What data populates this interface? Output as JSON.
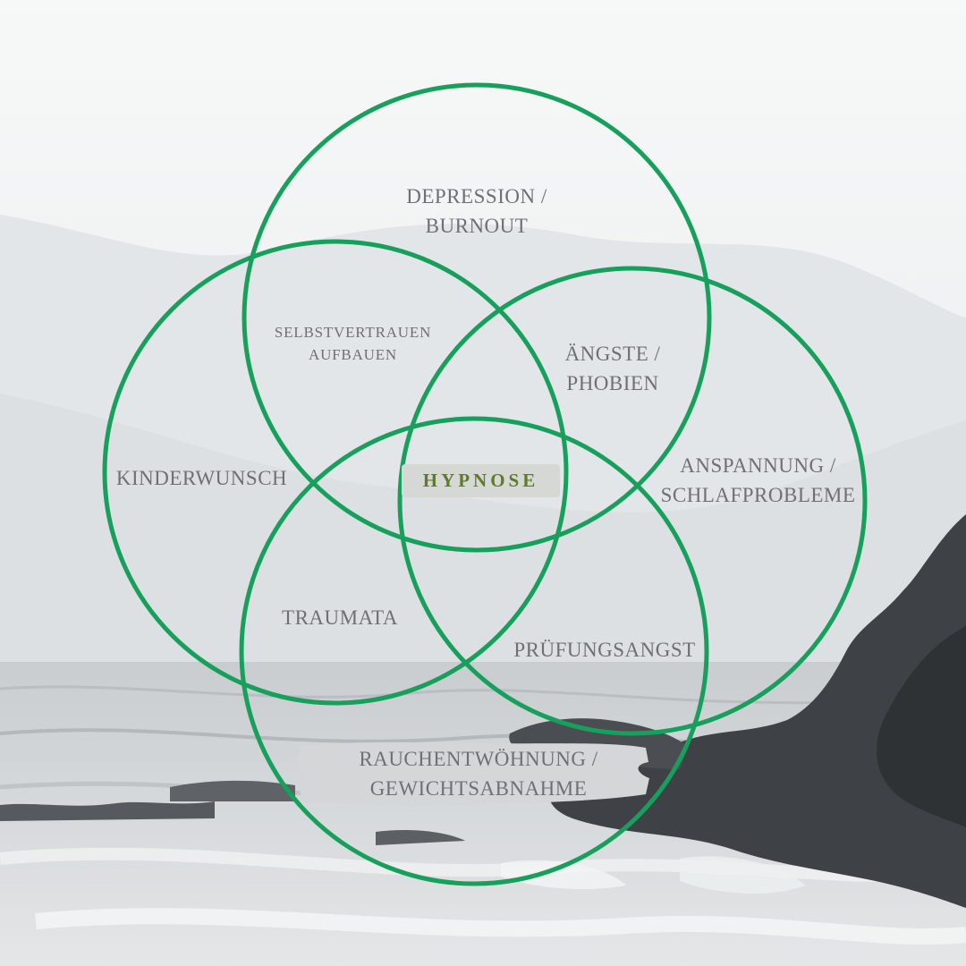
{
  "center": {
    "label": "HYPNOSE"
  },
  "topics": {
    "depression": [
      "DEPRESSION /",
      "BURNOUT"
    ],
    "selbstvertrauen": [
      "SELBSTVERTRAUEN",
      "AUFBAUEN"
    ],
    "aengste": [
      "ÄNGSTE /",
      "PHOBIEN"
    ],
    "kinderwunsch": [
      "KINDERWUNSCH"
    ],
    "anspannung": [
      "ANSPANNUNG /",
      "SCHLAFPROBLEME"
    ],
    "traumata": [
      "TRAUMATA"
    ],
    "pruefungsangst": [
      "PRÜFUNGSANGST"
    ],
    "rauchen": [
      "RAUCHENTWÖHNUNG /",
      "GEWICHTSABNAHME"
    ]
  },
  "colors": {
    "circle": "#17a05b",
    "text": "#6e7074",
    "center_text": "#5f7a2a"
  }
}
